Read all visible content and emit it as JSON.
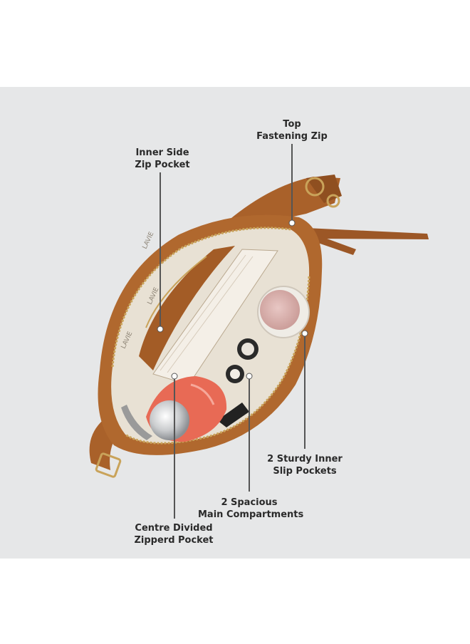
{
  "brand": "LAVIE",
  "callouts": {
    "top_zip": {
      "line1": "Top",
      "line2": "Fastening Zip"
    },
    "inner_side_zip": {
      "line1": "Inner Side",
      "line2": "Zip Pocket"
    },
    "inner_slip": {
      "line1": "2 Sturdy Inner",
      "line2": "Slip Pockets"
    },
    "main_compartments": {
      "line1": "2 Spacious",
      "line2": "Main Compartments"
    },
    "centre_divided": {
      "line1": "Centre Divided",
      "line2": "Zipperd Pocket"
    }
  },
  "colors": {
    "background": "#e6e7e8",
    "leather": "#b0682e",
    "lining": "#e8e1d4",
    "bottle": "#e86a55",
    "leader_line": "#555555"
  }
}
